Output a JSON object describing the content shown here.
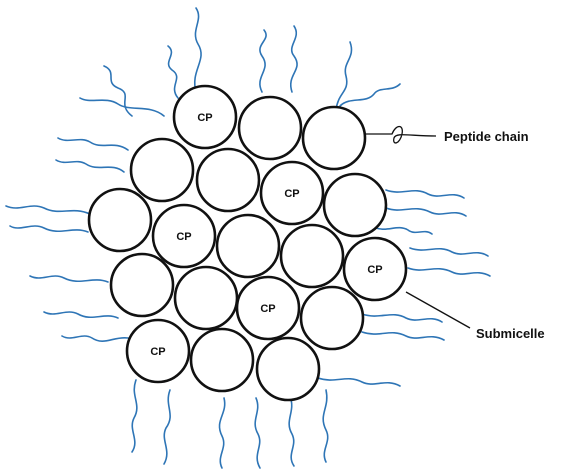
{
  "labels": {
    "peptide_chain": "Peptide chain",
    "submicelle": "Submicelle",
    "cp": "CP"
  },
  "colors": {
    "chain": "#2e75b6",
    "outline": "#111111",
    "background": "#ffffff"
  }
}
